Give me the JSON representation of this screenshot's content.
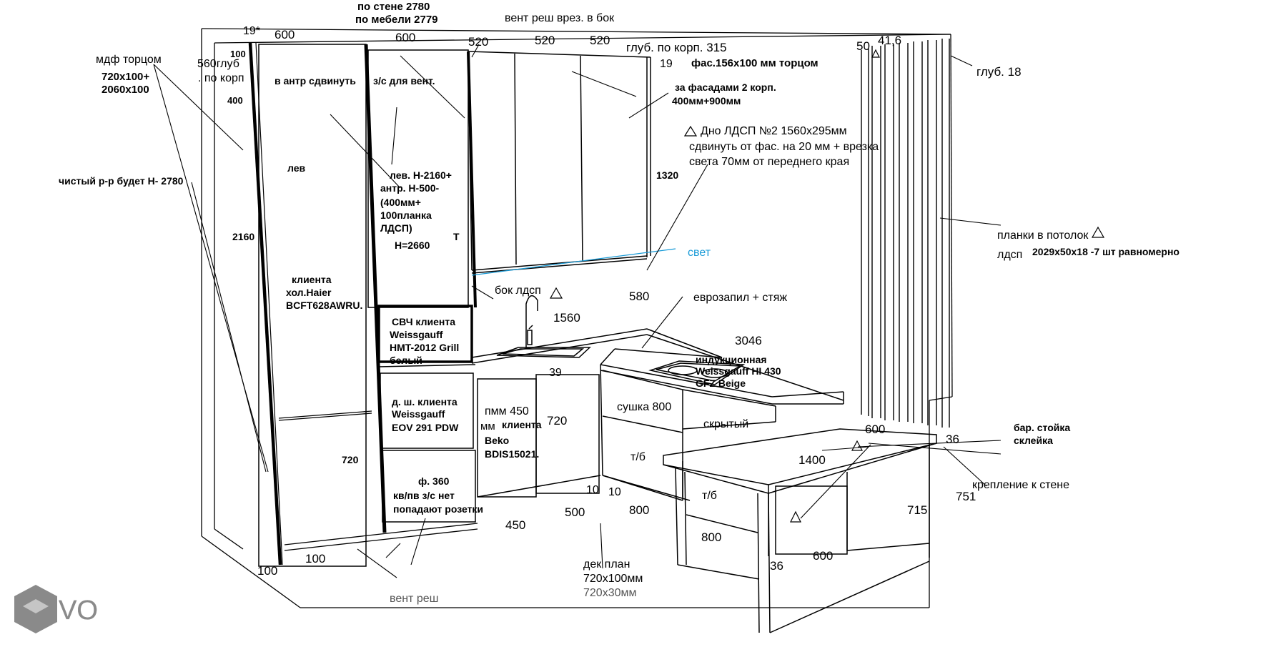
{
  "logo": {
    "text": "VO",
    "icon": "hexagon-cube-icon"
  },
  "colors": {
    "ink": "#000000",
    "accent": "#1a9bd7",
    "logo": "#8a8a8a"
  },
  "labels": [
    {
      "id": "l1",
      "text": "по стене 2780",
      "bold": true
    },
    {
      "id": "l2",
      "text": "по мебели 2779",
      "bold": true
    },
    {
      "id": "l3",
      "text": "вент реш  врез. в бок"
    },
    {
      "id": "l4",
      "text": "19*"
    },
    {
      "id": "l5",
      "text": "600"
    },
    {
      "id": "l6",
      "text": "600"
    },
    {
      "id": "l7",
      "text": "520"
    },
    {
      "id": "l8",
      "text": "520"
    },
    {
      "id": "l9",
      "text": "520"
    },
    {
      "id": "l10",
      "text": "глуб. по корп. 315"
    },
    {
      "id": "l11",
      "text": "19"
    },
    {
      "id": "l12",
      "text": "фас.156х100 мм торцом",
      "bold": true
    },
    {
      "id": "l13",
      "text": "50"
    },
    {
      "id": "l14",
      "text": "41,6"
    },
    {
      "id": "l15",
      "text": "глуб. 18"
    },
    {
      "id": "l16",
      "text": "мдф торцом"
    },
    {
      "id": "l17",
      "text": "720х100+",
      "bold": true
    },
    {
      "id": "l18",
      "text": "2060х100",
      "bold": true
    },
    {
      "id": "l19",
      "text": "100",
      "bold": true
    },
    {
      "id": "l20",
      "text": "560глуб"
    },
    {
      "id": "l21",
      "text": ". по корп"
    },
    {
      "id": "l22",
      "text": "400",
      "bold": true
    },
    {
      "id": "l23",
      "text": "в антр сдвинуть",
      "bold": true
    },
    {
      "id": "l24",
      "text": "з/с для вент.",
      "bold": true
    },
    {
      "id": "l25",
      "text": "за фасадами 2 корп.",
      "bold": true
    },
    {
      "id": "l26",
      "text": "400мм+900мм",
      "bold": true
    },
    {
      "id": "l27",
      "text": "Дно ЛДСП №2 1560х295мм"
    },
    {
      "id": "l28",
      "text": "сдвинуть от фас. на 20 мм + врезка"
    },
    {
      "id": "l29",
      "text": "света 70мм от переднего края"
    },
    {
      "id": "l30",
      "text": "лев",
      "bold": true
    },
    {
      "id": "l31",
      "text": "лев.  Н-2160+",
      "bold": true
    },
    {
      "id": "l32",
      "text": "антр. Н-500-",
      "bold": true
    },
    {
      "id": "l33",
      "text": "(400мм+",
      "bold": true
    },
    {
      "id": "l34",
      "text": "100планка",
      "bold": true
    },
    {
      "id": "l35",
      "text": "ЛДСП)",
      "bold": true
    },
    {
      "id": "l36",
      "text": "Н=2660",
      "bold": true
    },
    {
      "id": "l37",
      "text": "Т",
      "bold": true
    },
    {
      "id": "l38",
      "text": "1320",
      "bold": true
    },
    {
      "id": "l39",
      "text": "чистый р-р будет Н- 2780",
      "bold": true
    },
    {
      "id": "l40",
      "text": "2160",
      "bold": true
    },
    {
      "id": "l41",
      "text": "планки в потолок"
    },
    {
      "id": "l42",
      "text": "лдсп"
    },
    {
      "id": "l43",
      "text": "2029х50х18 -7 шт равномерно",
      "bold": true
    },
    {
      "id": "l44",
      "text": "свет",
      "accent": true
    },
    {
      "id": "l45",
      "text": "клиента",
      "bold": true
    },
    {
      "id": "l46",
      "text": "хол.Haier",
      "bold": true
    },
    {
      "id": "l47",
      "text": "BCFT628AWRU.",
      "bold": true
    },
    {
      "id": "l48",
      "text": "бок лдсп"
    },
    {
      "id": "l49",
      "text": "580"
    },
    {
      "id": "l50",
      "text": "еврозапил + стяж"
    },
    {
      "id": "l51",
      "text": "СВЧ клиента",
      "bold": true
    },
    {
      "id": "l52",
      "text": "Weissgauff",
      "bold": true
    },
    {
      "id": "l53",
      "text": "HMT-2012 Grill",
      "bold": true
    },
    {
      "id": "l54",
      "text": "белый",
      "bold": true
    },
    {
      "id": "l55",
      "text": "1560"
    },
    {
      "id": "l56",
      "text": "3046"
    },
    {
      "id": "l57",
      "text": "индукционная",
      "bold": true
    },
    {
      "id": "l58",
      "text": "Weissgauff HI 430",
      "bold": true
    },
    {
      "id": "l59",
      "text": "GFZ Beige",
      "bold": true
    },
    {
      "id": "l60",
      "text": "39"
    },
    {
      "id": "l61",
      "text": "д. ш. клиента",
      "bold": true
    },
    {
      "id": "l62",
      "text": "Weissgauff",
      "bold": true
    },
    {
      "id": "l63",
      "text": "EOV 291 PDW",
      "bold": true
    },
    {
      "id": "l64",
      "text": "пмм 450"
    },
    {
      "id": "l65",
      "text": "мм",
      "bold": false
    },
    {
      "id": "l66",
      "text": "клиента",
      "bold": true
    },
    {
      "id": "l67",
      "text": "Beko",
      "bold": true
    },
    {
      "id": "l68",
      "text": "BDIS15021.",
      "bold": true
    },
    {
      "id": "l69",
      "text": "720"
    },
    {
      "id": "l70",
      "text": "сушка 800"
    },
    {
      "id": "l71",
      "text": "скрытый"
    },
    {
      "id": "l72",
      "text": "600"
    },
    {
      "id": "l73",
      "text": "бар. стойка",
      "bold": true
    },
    {
      "id": "l74",
      "text": "склейка",
      "bold": true
    },
    {
      "id": "l75",
      "text": "36"
    },
    {
      "id": "l76",
      "text": "720",
      "bold": true
    },
    {
      "id": "l77",
      "text": "ф.   360",
      "bold": true
    },
    {
      "id": "l78",
      "text": "кв/пв з/с нет",
      "bold": true
    },
    {
      "id": "l79",
      "text": "попадают розетки",
      "bold": true
    },
    {
      "id": "l80",
      "text": "т/б"
    },
    {
      "id": "l81",
      "text": "1400"
    },
    {
      "id": "l82",
      "text": "крепление к стене"
    },
    {
      "id": "l83",
      "text": "751"
    },
    {
      "id": "l84",
      "text": "10"
    },
    {
      "id": "l85",
      "text": "10"
    },
    {
      "id": "l86",
      "text": "500"
    },
    {
      "id": "l87",
      "text": "800"
    },
    {
      "id": "l88",
      "text": "т/б"
    },
    {
      "id": "l89",
      "text": "715"
    },
    {
      "id": "l90",
      "text": "450"
    },
    {
      "id": "l91",
      "text": "800"
    },
    {
      "id": "l92",
      "text": "36"
    },
    {
      "id": "l93",
      "text": "600"
    },
    {
      "id": "l94",
      "text": "100"
    },
    {
      "id": "l95",
      "text": "100"
    },
    {
      "id": "l96",
      "text": "дек план"
    },
    {
      "id": "l97",
      "text": "720х100мм"
    },
    {
      "id": "l98",
      "text": "720х30мм",
      "muted": true
    },
    {
      "id": "l99",
      "text": "вент реш",
      "muted": true
    }
  ]
}
